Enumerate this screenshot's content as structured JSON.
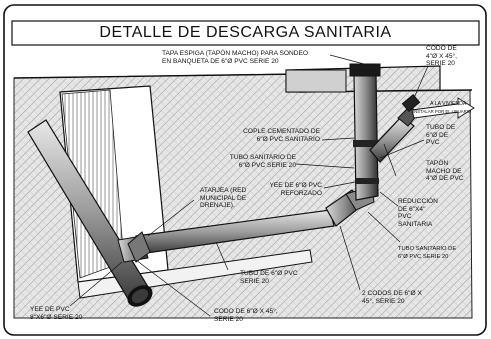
{
  "title": "DETALLE DE DESCARGA SANITARIA",
  "labels": {
    "tapa": "TAPA ESPIGA (TAPÓN MACHO) PARA SONDEO\nEN BANQUETA DE 6\"Ø PVC SERIE 20",
    "codo_top": "CODO DE\n4\"Ø X 45°,\nSERIE 20",
    "vivienda": "A LA VIVIENDA",
    "instalar": "INSTALAR POR EL USUARIO",
    "cople": "COPLE CEMENTADO DE\n6\"Ø PVC SANITARIO",
    "tubo_6_right": "TUBO DE\n6\"Ø DE\nPVC",
    "tubo_sanitario_mid": "TUBO SANITARIO DE\n6\"Ø PVC SERIE 20",
    "tapon_macho": "TAPÓN\nMACHO DE\n4\"Ø DE PVC",
    "yee_reforzado": "YEE DE 6\"Ø PVC\nREFORZADO",
    "reduccion": "REDUCCIÓN\nDE 6\"X4\"\nPVC\nSANITARIA",
    "atarjea": "ATARJEA (RED\nMUNICIPAL DE\nDRENAJE).",
    "tubo_sanitario_low": "TUBO SANITARIO DE\n6\"Ø PVC SERIE 20",
    "tubo_6_serie": "TUBO DE 6\"Ø PVC\nSERIE 20",
    "dos_codos": "2 CODOS DE 6\"Ø X\n45°, SERIE 20",
    "yee_pvc": "YEE DE PVC\n8\"X6\"Ø SERIE 20",
    "codo_bottom": "CODO DE 6\"Ø X 45°,\nSERIE 20"
  }
}
